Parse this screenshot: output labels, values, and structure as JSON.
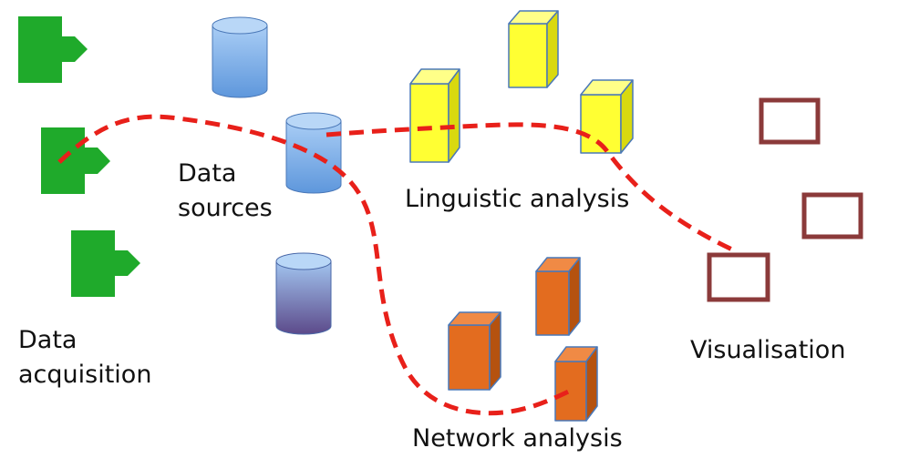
{
  "labels": {
    "data_acquisition": [
      "Data",
      "acquisition"
    ],
    "data_sources": [
      "Data",
      "sources"
    ],
    "linguistic_analysis": "Linguistic analysis",
    "network_analysis": "Network analysis",
    "visualisation": "Visualisation"
  },
  "colors": {
    "acquisition_green": "#1faa2b",
    "cylinder_blue": "#7fb0e8",
    "cylinder_purple": "#6b5a9a",
    "cube_yellow": "#ffff33",
    "cube_orange": "#e36c1f",
    "frame_brown": "#8b3a3a",
    "path_red": "#e8201a"
  },
  "icons": {
    "acquisition": "arrow-tab-icon",
    "source": "database-cylinder-icon",
    "analysis": "box-cube-icon",
    "visualisation": "frame-icon"
  }
}
